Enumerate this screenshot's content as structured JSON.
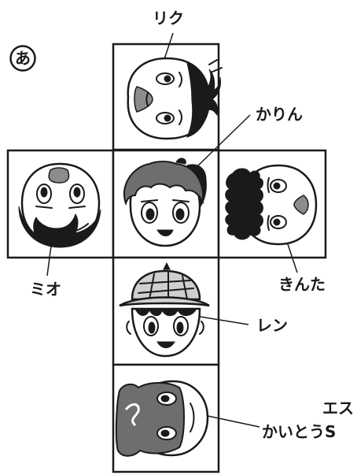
{
  "marker": "あ",
  "faces": {
    "riku": {
      "label": "リク"
    },
    "karin": {
      "label": "かりん"
    },
    "mio": {
      "label": "ミオ"
    },
    "kinta": {
      "label": "きんた"
    },
    "ren": {
      "label": "レン"
    },
    "kaitou": {
      "label": "かいとうS",
      "ruby": "エス"
    }
  }
}
